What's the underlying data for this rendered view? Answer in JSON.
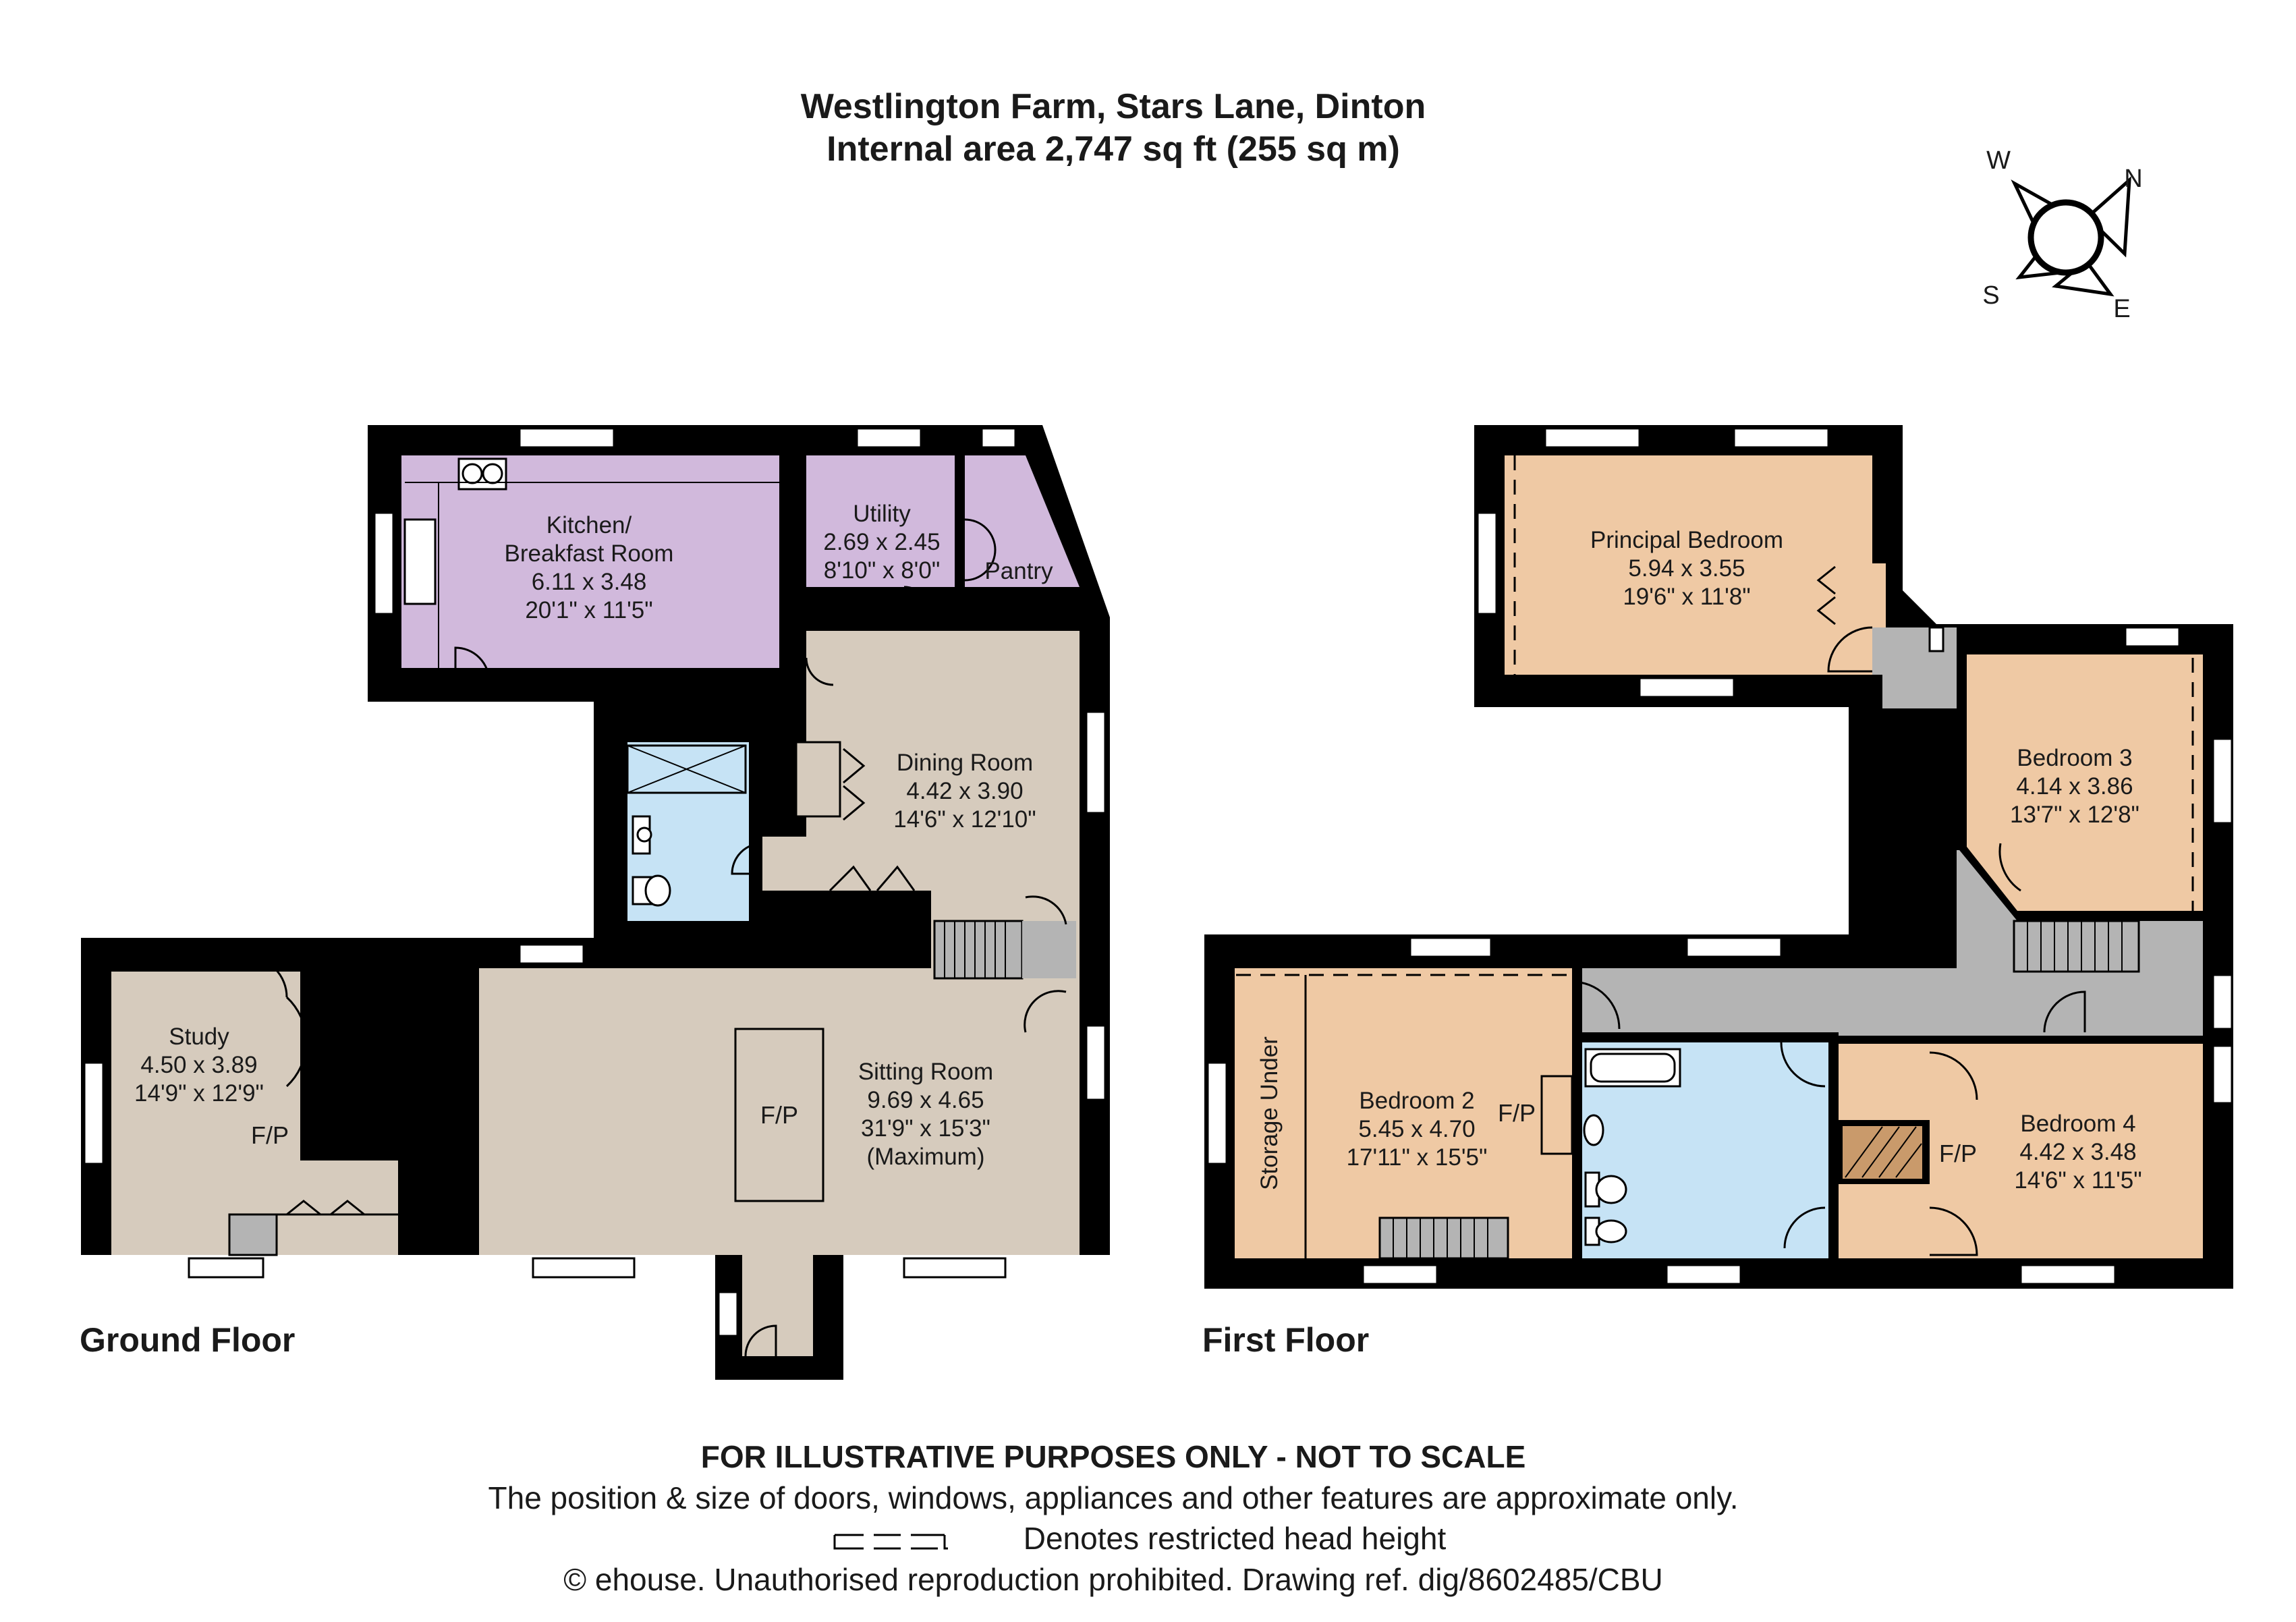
{
  "header": {
    "title": "Westlington Farm, Stars Lane, Dinton",
    "subtitle": "Internal area 2,747 sq ft (255 sq m)"
  },
  "compass": {
    "n": "N",
    "e": "E",
    "s": "S",
    "w": "W"
  },
  "floors": {
    "ground": {
      "label": "Ground Floor",
      "kitchen": {
        "name1": "Kitchen/",
        "name2": "Breakfast Room",
        "metric": "6.11 x 3.48",
        "imperial": "20'1\" x 11'5\""
      },
      "utility": {
        "name": "Utility",
        "metric": "2.69 x 2.45",
        "imperial": "8'10\" x 8'0\""
      },
      "pantry": {
        "name": "Pantry"
      },
      "dining": {
        "name": "Dining Room",
        "metric": "4.42 x 3.90",
        "imperial": "14'6\" x 12'10\""
      },
      "study": {
        "name": "Study",
        "metric": "4.50 x 3.89",
        "imperial": "14'9\" x 12'9\"",
        "fp": "F/P"
      },
      "sitting": {
        "name": "Sitting Room",
        "metric": "9.69 x 4.65",
        "imperial": "31'9\" x 15'3\"",
        "note": "(Maximum)",
        "fp": "F/P"
      }
    },
    "first": {
      "label": "First Floor",
      "principal": {
        "name": "Principal Bedroom",
        "metric": "5.94 x 3.55",
        "imperial": "19'6\" x 11'8\""
      },
      "bedroom3": {
        "name": "Bedroom 3",
        "metric": "4.14 x 3.86",
        "imperial": "13'7\" x 12'8\""
      },
      "bedroom2": {
        "name": "Bedroom 2",
        "metric": "5.45 x 4.70",
        "imperial": "17'11\" x 15'5\"",
        "fp": "F/P"
      },
      "storage": {
        "name": "Storage Under"
      },
      "bedroom4": {
        "name": "Bedroom 4",
        "metric": "4.42 x 3.48",
        "imperial": "14'6\" x 11'5\"",
        "fp": "F/P"
      }
    }
  },
  "footer": {
    "line1": "FOR ILLUSTRATIVE PURPOSES ONLY - NOT TO SCALE",
    "line2": "The position & size of doors, windows, appliances and other features are approximate only.",
    "line3": "Denotes restricted head height",
    "line4": "© ehouse. Unauthorised reproduction prohibited. Drawing ref. dig/8602485/CBU"
  },
  "colors": {
    "wall": "#000000",
    "kitchen": "#d1b9dc",
    "living": "#d6cbbd",
    "bedroom": "#efc9a4",
    "bath": "#c6e3f5",
    "landing": "#b4b4b4"
  }
}
